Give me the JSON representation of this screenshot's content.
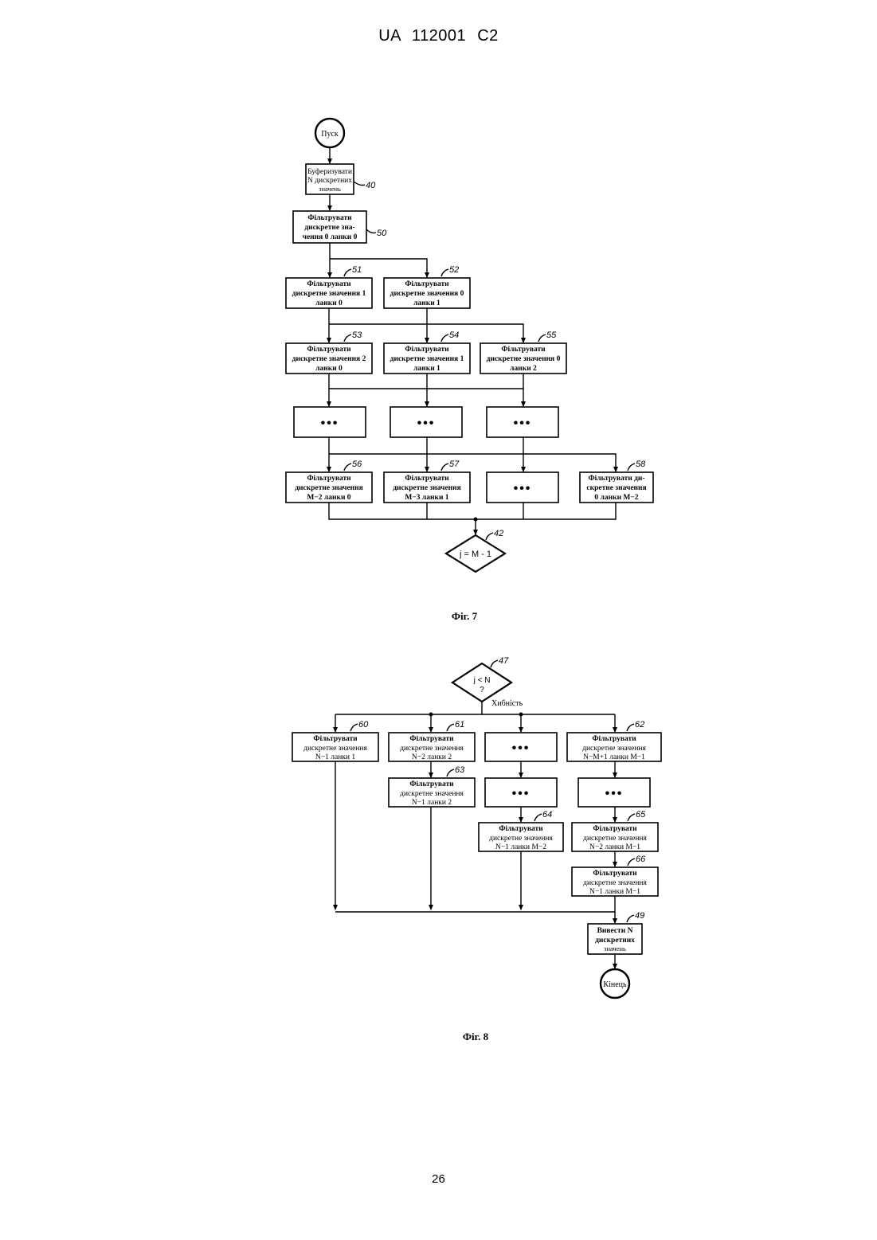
{
  "header": {
    "title": "UA 112001 C2"
  },
  "page_number": "26",
  "fig7": {
    "caption": "Фіг. 7",
    "start": "Пуск",
    "b40": {
      "lines": [
        "Буферизувати",
        "N дискретних",
        "значень"
      ],
      "ref": "40"
    },
    "b50": {
      "lines": [
        "Фільтрувати",
        "дискретне зна-",
        "чення 0 ланки 0"
      ],
      "ref": "50"
    },
    "b51": {
      "lines": [
        "Фільтрувати",
        "дискретне значення 1",
        "ланки 0"
      ],
      "ref": "51"
    },
    "b52": {
      "lines": [
        "Фільтрувати",
        "дискретне значення 0",
        "ланки 1"
      ],
      "ref": "52"
    },
    "b53": {
      "lines": [
        "Фільтрувати",
        "дискретне значення 2",
        "ланки 0"
      ],
      "ref": "53"
    },
    "b54": {
      "lines": [
        "Фільтрувати",
        "дискретне значення 1",
        "ланки 1"
      ],
      "ref": "54"
    },
    "b55": {
      "lines": [
        "Фільтрувати",
        "дискретне значення 0",
        "ланки 2"
      ],
      "ref": "55"
    },
    "b56": {
      "lines": [
        "Фільтрувати",
        "дискретне значення",
        "M−2 ланки 0"
      ],
      "ref": "56"
    },
    "b57": {
      "lines": [
        "Фільтрувати",
        "дискретне значення",
        "M−3 ланки 1"
      ],
      "ref": "57"
    },
    "b58": {
      "lines": [
        "Фільтрувати ди-",
        "скретне значення",
        "0 ланки M−2"
      ],
      "ref": "58"
    },
    "ellipsis": "•••",
    "d42": {
      "text": "j = M - 1",
      "ref": "42"
    }
  },
  "fig8": {
    "caption": "Фіг. 8",
    "d47": {
      "line1": "j < N",
      "line2": "?",
      "ref": "47"
    },
    "false_label": "Хибність",
    "b60": {
      "lines": [
        "Фільтрувати",
        "дискретне значення",
        "N−1 ланки 1"
      ],
      "ref": "60"
    },
    "b61": {
      "lines": [
        "Фільтрувати",
        "дискретне значення",
        "N−2 ланки 2"
      ],
      "ref": "61"
    },
    "b62": {
      "lines": [
        "Фільтрувати",
        "дискретне значення",
        "N−M+1 ланки M−1"
      ],
      "ref": "62"
    },
    "b63": {
      "lines": [
        "Фільтрувати",
        "дискретне значення",
        "N−1 ланки 2"
      ],
      "ref": "63"
    },
    "b64": {
      "lines": [
        "Фільтрувати",
        "дискретне значення",
        "N−1 ланки M−2"
      ],
      "ref": "64"
    },
    "b65": {
      "lines": [
        "Фільтрувати",
        "дискретне значення",
        "N−2 ланки M−1"
      ],
      "ref": "65"
    },
    "b66": {
      "lines": [
        "Фільтрувати",
        "дискретне значення",
        "N−1 ланки M−1"
      ],
      "ref": "66"
    },
    "b49": {
      "lines": [
        "Вивести N",
        "дискретних",
        "значень"
      ],
      "ref": "49"
    },
    "ellipsis": "•••",
    "end": "Кінець"
  }
}
